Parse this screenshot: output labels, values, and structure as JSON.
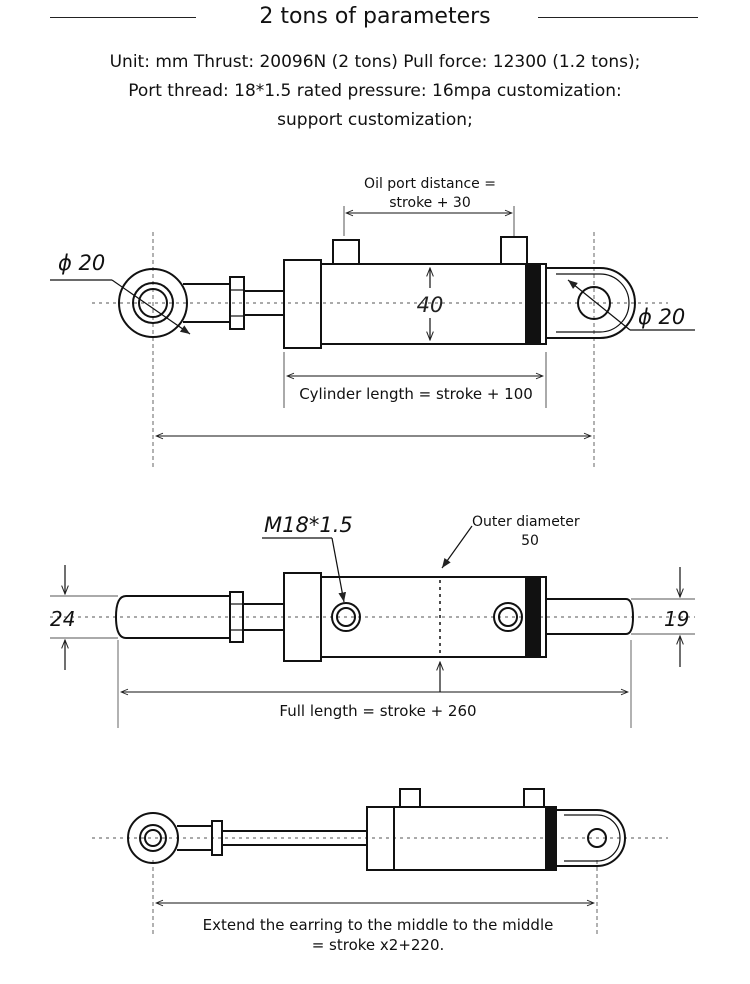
{
  "header": {
    "title": "2 tons of parameters",
    "lines": [
      "Unit: mm Thrust: 20096N (2 tons) Pull force: 12300 (1.2 tons);",
      "Port thread: 18*1.5 rated pressure: 16mpa customization:",
      "support customization;"
    ]
  },
  "view1": {
    "oil_port_line1": "Oil port distance =",
    "oil_port_line2": "stroke + 30",
    "left_eye_dia": "ϕ 20",
    "right_eye_dia": "ϕ 20",
    "cyl_dia": "40",
    "cylinder_length": "Cylinder length = stroke + 100"
  },
  "view2": {
    "thread": "M18*1.5",
    "outer_dia_line1": "Outer diameter",
    "outer_dia_line2": "50",
    "left_dim": "24",
    "right_dim": "19",
    "full_length": "Full length = stroke + 260"
  },
  "view3": {
    "note_line1": "Extend the earring to the middle to the middle",
    "note_line2": "= stroke x2+220."
  }
}
